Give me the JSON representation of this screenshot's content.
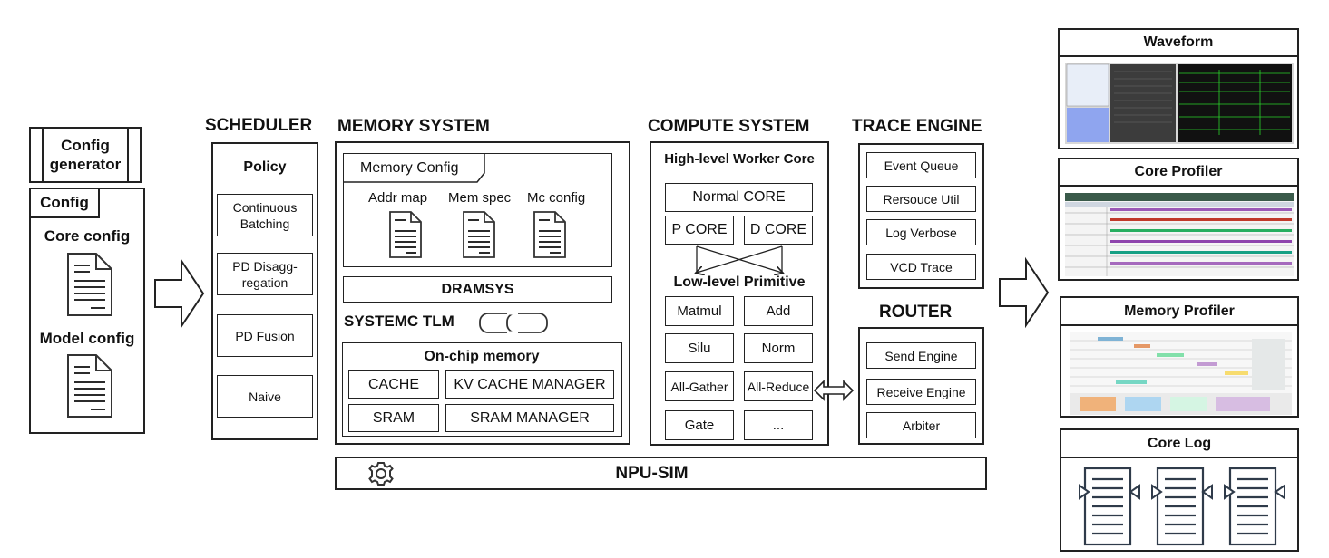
{
  "config_generator": {
    "label": "Config generator"
  },
  "config": {
    "tab": "Config",
    "core_label": "Core config",
    "model_label": "Model config"
  },
  "scheduler": {
    "title": "SCHEDULER",
    "policy": "Policy",
    "items": [
      "Continuous Batching",
      "PD Disagg- regation",
      "PD Fusion",
      "Naive"
    ]
  },
  "memory": {
    "title": "MEMORY SYSTEM",
    "config_tab": "Memory Config",
    "files": [
      "Addr map",
      "Mem spec",
      "Mc config"
    ],
    "dramsys": "DRAMSYS",
    "systemc": "SYSTEMC TLM",
    "onchip_title": "On-chip memory",
    "onchip": [
      "CACHE",
      "KV CACHE MANAGER",
      "SRAM",
      "SRAM MANAGER"
    ]
  },
  "compute": {
    "title": "COMPUTE SYSTEM",
    "worker_title": "High-level Worker Core",
    "normal_core": "Normal CORE",
    "p_core": "P CORE",
    "d_core": "D CORE",
    "primitive_title": "Low-level Primitive",
    "primitives": [
      "Matmul",
      "Add",
      "Silu",
      "Norm",
      "All-Gather",
      "All-Reduce",
      "Gate",
      "..."
    ]
  },
  "trace": {
    "title": "TRACE ENGINE",
    "items": [
      "Event Queue",
      "Rersouce Util",
      "Log Verbose",
      "VCD Trace"
    ]
  },
  "router": {
    "title": "ROUTER",
    "items": [
      "Send Engine",
      "Receive Engine",
      "Arbiter"
    ]
  },
  "npu": {
    "label": "NPU-SIM"
  },
  "outputs": {
    "waveform": "Waveform",
    "core_profiler": "Core Profiler",
    "memory_profiler": "Memory Profiler",
    "core_log": "Core Log"
  }
}
